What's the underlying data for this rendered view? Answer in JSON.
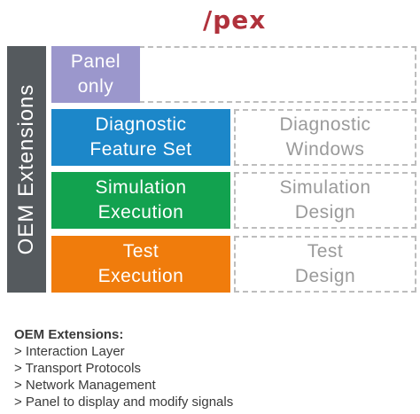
{
  "logo": "/pex",
  "sidebar_label": "OEM Extensions",
  "blocks": {
    "panel": {
      "line1": "Panel",
      "line2": "only"
    },
    "diagnostic_feature_set": {
      "line1": "Diagnostic",
      "line2": "Feature Set"
    },
    "diagnostic_windows": {
      "line1": "Diagnostic",
      "line2": "Windows"
    },
    "simulation_execution": {
      "line1": "Simulation",
      "line2": "Execution"
    },
    "simulation_design": {
      "line1": "Simulation",
      "line2": "Design"
    },
    "test_execution": {
      "line1": "Test",
      "line2": "Execution"
    },
    "test_design": {
      "line1": "Test",
      "line2": "Design"
    }
  },
  "legend": {
    "title": "OEM Extensions:",
    "items": [
      "> Interaction Layer",
      "> Transport Protocols",
      "> Network Management",
      "> Panel to display and modify signals"
    ]
  },
  "colors": {
    "brand": "#b0323c",
    "sidebar": "#555a5e",
    "panel": "#9b97cc",
    "diagnostic": "#1c87c9",
    "simulation": "#12a24f",
    "test": "#f07c0c",
    "dashed_border": "#bdbdbd",
    "dashed_text": "#9a9a9a"
  }
}
